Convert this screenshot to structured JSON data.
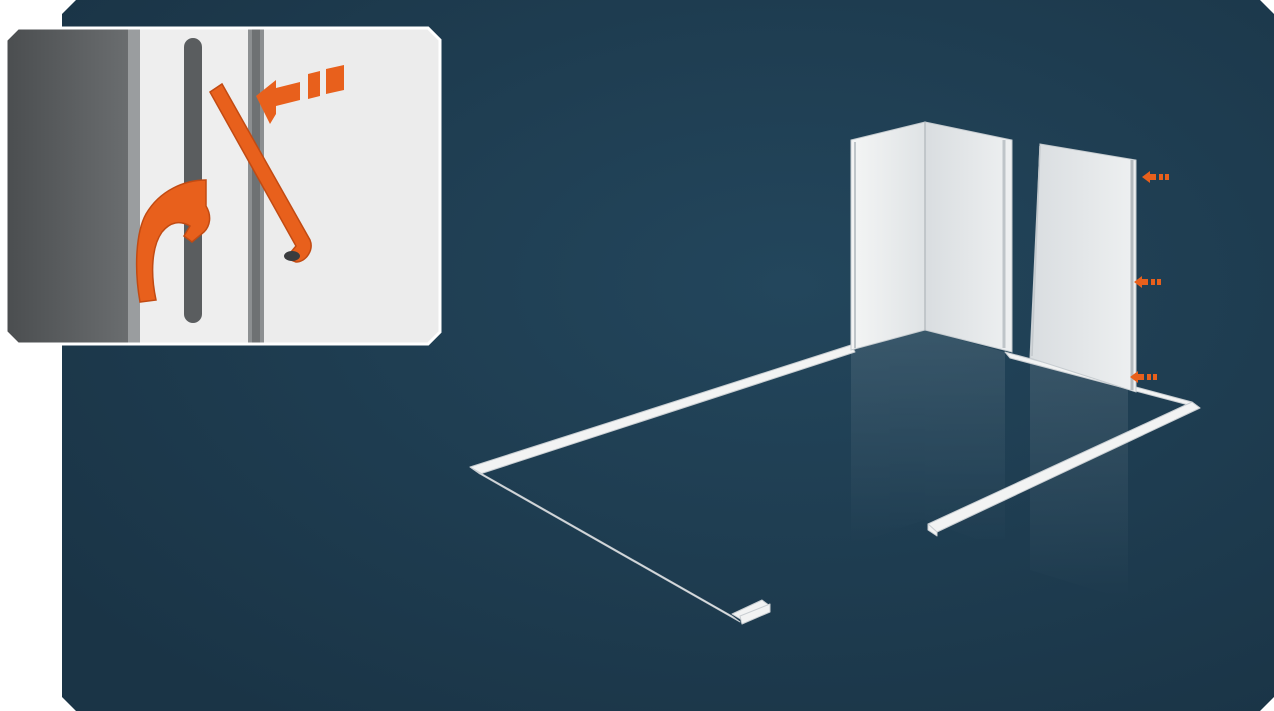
{
  "scene": {
    "description_visible_text": "",
    "colors": {
      "page_background": "#ffffff",
      "stage_background": "#1d3a4e",
      "panel_white": "#e9ebec",
      "panel_shadow": "#cfd4d7",
      "frame_white": "#f2f3f3",
      "accent_orange": "#e8601c",
      "accent_orange_dark": "#c24a12",
      "inset_wall": "#e7e8e8",
      "inset_dark_profile": "#5b5e60",
      "inset_slot": "#5a5d5f"
    },
    "inset": {
      "icon": "connector-clip-detail"
    },
    "indicator_arrows": {
      "icon": "orange-push-arrow",
      "count": 3
    }
  }
}
